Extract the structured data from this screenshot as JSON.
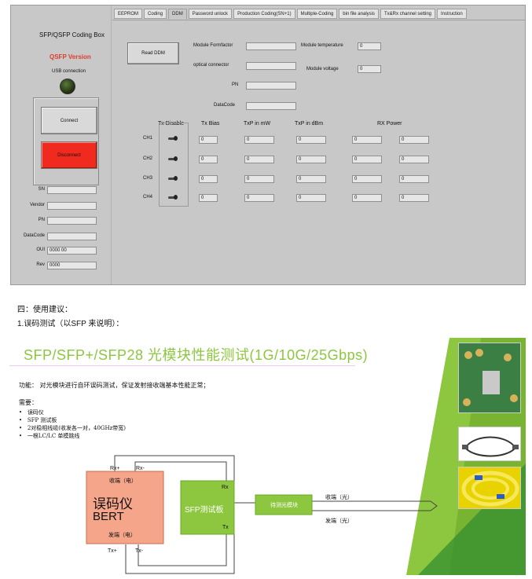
{
  "tabs": [
    "EEPROM",
    "Coding",
    "DDM",
    "Password unlock",
    "Production Coding(SN+1)",
    "Multiple-Coding",
    "bin file analysis",
    "Tx&Rx channel setting",
    "Instruction"
  ],
  "left": {
    "title": "SFP/QSFP Coding Box",
    "version": "QSFP Version",
    "usb_label": "USB connection",
    "connect": "Connect",
    "disconnect": "Disconnect",
    "fields": [
      {
        "label": "SN",
        "value": ""
      },
      {
        "label": "Vendor",
        "value": ""
      },
      {
        "label": "PN",
        "value": ""
      },
      {
        "label": "DataCode",
        "value": ""
      },
      {
        "label": "OUI",
        "value": "0000 00"
      },
      {
        "label": "Rev",
        "value": "0000"
      }
    ]
  },
  "ddm": {
    "read_button": "Read DDM",
    "module_formfactor": {
      "label": "Module Formfactor",
      "value": ""
    },
    "optical_connector": {
      "label": "optical connector",
      "value": ""
    },
    "pn": {
      "label": "PN",
      "value": ""
    },
    "datacode": {
      "label": "DataCode",
      "value": ""
    },
    "module_temperature": {
      "label": "Module temperature",
      "value": "0"
    },
    "module_voltage": {
      "label": "Module voltage",
      "value": "0"
    },
    "headers": [
      "Tx Disable",
      "Tx Bias",
      "TxP in mW",
      "TxP in dBm",
      "RX Power"
    ],
    "channels": [
      {
        "name": "CH1",
        "tx_bias": "0",
        "txp_mw": "0",
        "txp_dbm": "0",
        "rx1": "0",
        "rx2": "0"
      },
      {
        "name": "CH2",
        "tx_bias": "0",
        "txp_mw": "0",
        "txp_dbm": "0",
        "rx1": "0",
        "rx2": "0"
      },
      {
        "name": "CH3",
        "tx_bias": "0",
        "txp_mw": "0",
        "txp_dbm": "0",
        "rx1": "0",
        "rx2": "0"
      },
      {
        "name": "CH4",
        "tx_bias": "0",
        "txp_mw": "0",
        "txp_dbm": "0",
        "rx1": "0",
        "rx2": "0"
      }
    ]
  },
  "doc": {
    "section": "四：使用建议：",
    "item1": "1.误码测试（以SFP 来说明）：",
    "slide_title": "SFP/SFP+/SFP28 光模块性能测试(1G/10G/25Gbps)",
    "function_text": "功能：  对光模块进行自环误码测试，保证发射接收端基本性能正常；",
    "need_label": "需要：",
    "needs": [
      "误码仪",
      "SFP 测试板",
      "2对稳相线缆(收发各一对，40GHz带宽)",
      "一根LC/LC 单模跳线"
    ],
    "bert_cn": "误码仪",
    "bert_en": "BERT",
    "rx_plus": "Rx+",
    "rx_minus": "Rx-",
    "tx_plus": "Tx+",
    "tx_minus": "Tx-",
    "recv_elec": "收端（电）",
    "send_elec": "发端（电）",
    "board": "SFP测试板",
    "rx": "Rx",
    "tx": "Tx",
    "dut": "待测光模块",
    "recv_opt": "收端（光）",
    "send_opt": "发端（光）"
  },
  "colors": {
    "accent_green": "#8dc63f",
    "bert_fill": "#f4a58a",
    "board_fill": "#8dc63f",
    "disconnect_red": "#f02a1e"
  }
}
